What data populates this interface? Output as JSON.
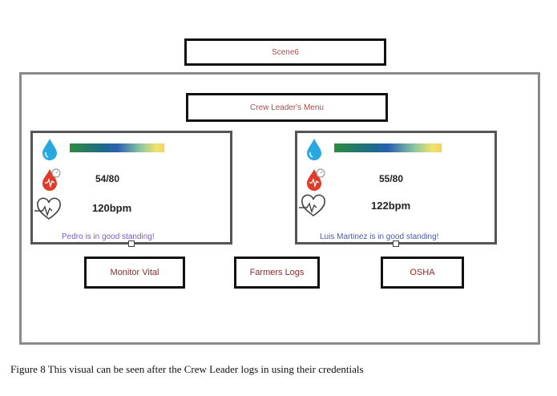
{
  "scene": {
    "title": "Scene6"
  },
  "menu": {
    "title": "Crew Leader's Menu"
  },
  "cards": [
    {
      "name": "Pedro",
      "hydration_icon": "water-drop-icon",
      "blood_pressure_icon": "blood-pressure-icon",
      "heart_rate_icon": "heart-rate-icon",
      "blood_pressure": "54/80",
      "heart_rate": "120bpm",
      "status": "Pedro is in good standing!"
    },
    {
      "name": "Luis Martinez",
      "hydration_icon": "water-drop-icon",
      "blood_pressure_icon": "blood-pressure-icon",
      "heart_rate_icon": "heart-rate-icon",
      "blood_pressure": "55/80",
      "heart_rate": "122bpm",
      "status": "Luis Martinez is in good standing!"
    }
  ],
  "buttons": {
    "monitor_vital": "Monitor Vital",
    "farmers_logs": "Farmers Logs",
    "osha": "OSHA"
  },
  "caption": "Figure 8 This visual can be seen after the Crew Leader logs in using their credentials",
  "colors": {
    "button_text": "#8a2a2a",
    "title_text": "#a05050",
    "status_text": "#7a5ac8",
    "drop_blue": "#29a8e0",
    "blood_red": "#e03a2a"
  }
}
